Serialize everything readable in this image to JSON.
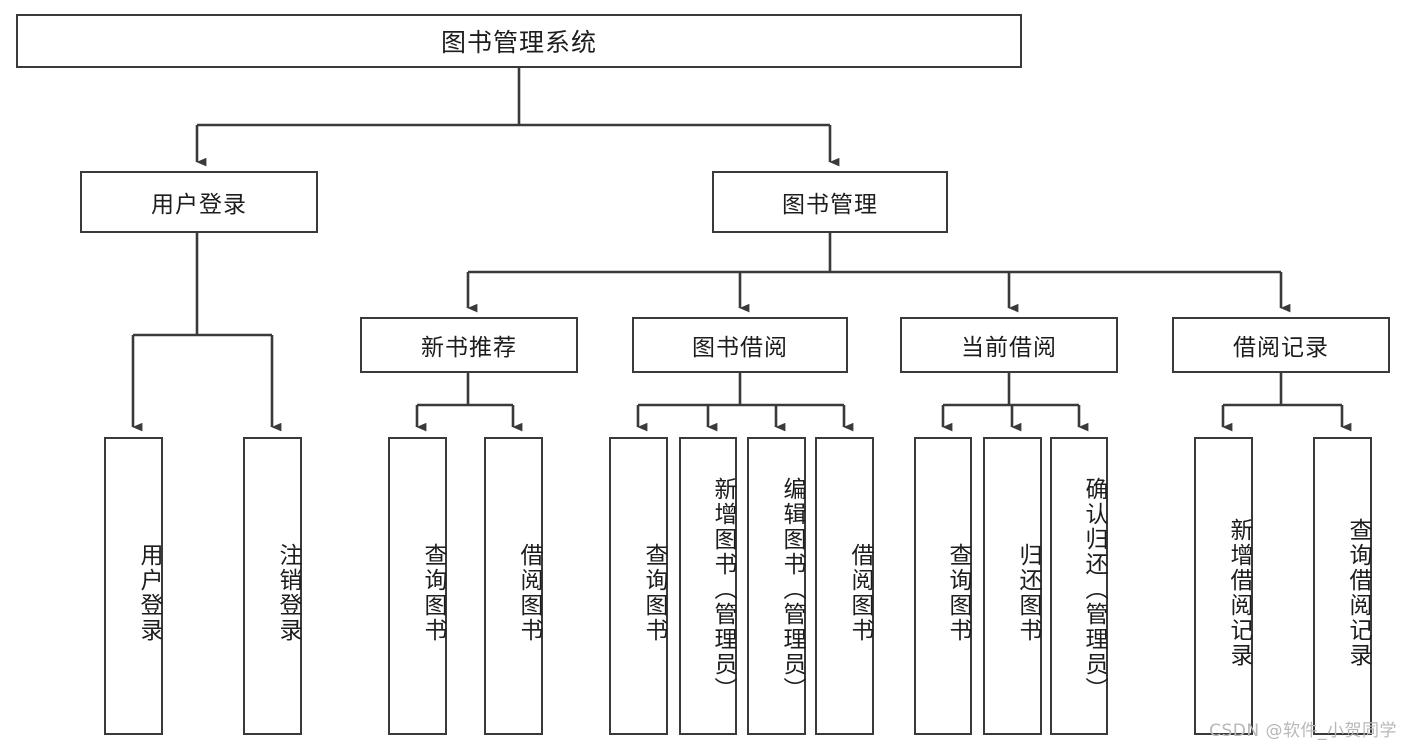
{
  "diagram": {
    "title": "图书管理系统",
    "type": "tree-hierarchy-diagram",
    "colors": {
      "stroke": "#3a3a3a",
      "fill": "#ffffff",
      "text": "#1d1d1d",
      "watermark": "#b8b8b8"
    },
    "root": {
      "label": "图书管理系统"
    },
    "level2": [
      {
        "label": "用户登录"
      },
      {
        "label": "图书管理"
      }
    ],
    "level3": [
      {
        "label": "新书推荐"
      },
      {
        "label": "图书借阅"
      },
      {
        "label": "当前借阅"
      },
      {
        "label": "借阅记录"
      }
    ],
    "leaves": {
      "user_login": [
        {
          "label": "用户登录"
        },
        {
          "label": "注销登录"
        }
      ],
      "new_book_recommend": [
        {
          "label": "查询图书"
        },
        {
          "label": "借阅图书"
        }
      ],
      "book_borrow": [
        {
          "label": "查询图书"
        },
        {
          "label": "新增图书（管理员）"
        },
        {
          "label": "编辑图书（管理员）"
        },
        {
          "label": "借阅图书"
        }
      ],
      "current_borrow": [
        {
          "label": "查询图书"
        },
        {
          "label": "归还图书"
        },
        {
          "label": "确认归还（管理员）"
        }
      ],
      "borrow_records": [
        {
          "label": "新增借阅记录"
        },
        {
          "label": "查询借阅记录"
        }
      ]
    },
    "watermark": "CSDN @软件_小贺同学"
  }
}
